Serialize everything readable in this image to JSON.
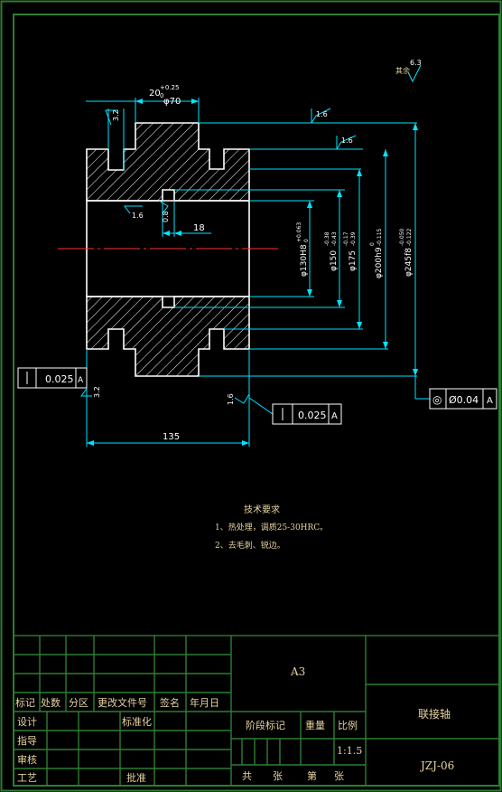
{
  "drawing": {
    "part_name": "联接轴",
    "drawing_no": "JZJ-06",
    "sheet_size": "A3",
    "scale": "1:1.5",
    "roughness_note": "其余",
    "roughness_note_value": "6.3",
    "roughness_values": {
      "top_left": "3.2",
      "slot_top": "1.6",
      "step_top": "1.6",
      "bore": "1.6",
      "groove": "0.8",
      "left_face": "3.2",
      "right_face": "1.6",
      "bottom": "3.2"
    },
    "dimensions": {
      "groove_width": "20",
      "groove_width_tol": "+0.25",
      "groove_width_tol_low": "0",
      "diam_70": "φ70",
      "groove_depth": "18",
      "length": "135",
      "d_bore": "φ130H8",
      "d_bore_tol": "+0.063",
      "d_bore_tol_low": "0",
      "d_150": "φ150",
      "d_150_tol": "-0.38",
      "d_150_tol_low": "-0.43",
      "d_175": "φ175",
      "d_175_tol": "-0.17",
      "d_175_tol_low": "-0.39",
      "d_200": "φ200h9",
      "d_200_tol": "0",
      "d_200_tol_low": "-0.115",
      "d_245": "φ245f8",
      "d_245_tol": "-0.050",
      "d_245_tol_low": "-0.122"
    },
    "tolerance_frames": {
      "left": {
        "value": "0.025",
        "datum": "A"
      },
      "right": {
        "value": "0.025",
        "datum": "A"
      },
      "concentricity": {
        "symbol": "◎",
        "value": "Ø0.04",
        "datum": "A"
      }
    },
    "tech_requirements": {
      "title": "技术要求",
      "items": [
        "1、热处理，调质25-30HRC。",
        "2、去毛刺、锐边。"
      ]
    }
  },
  "title_block": {
    "labels": {
      "mark": "标记",
      "count": "处数",
      "zone": "分区",
      "change_doc": "更改文件号",
      "signature": "签名",
      "date": "年月日",
      "design": "设计",
      "standard": "标准化",
      "guide": "指导",
      "review": "审核",
      "process": "工艺",
      "approve": "批准",
      "stage": "阶段标记",
      "weight": "重量",
      "scale_label": "比例",
      "total": "共",
      "sheets": "张",
      "nth": "第",
      "sheet": "张"
    }
  },
  "colors": {
    "border": "#2e7d32",
    "part_outline": "#ffffff",
    "dimension": "#00e5ff",
    "centerline": "#ff3030",
    "text": "#e6d3a1",
    "frame": "#ffffff"
  }
}
